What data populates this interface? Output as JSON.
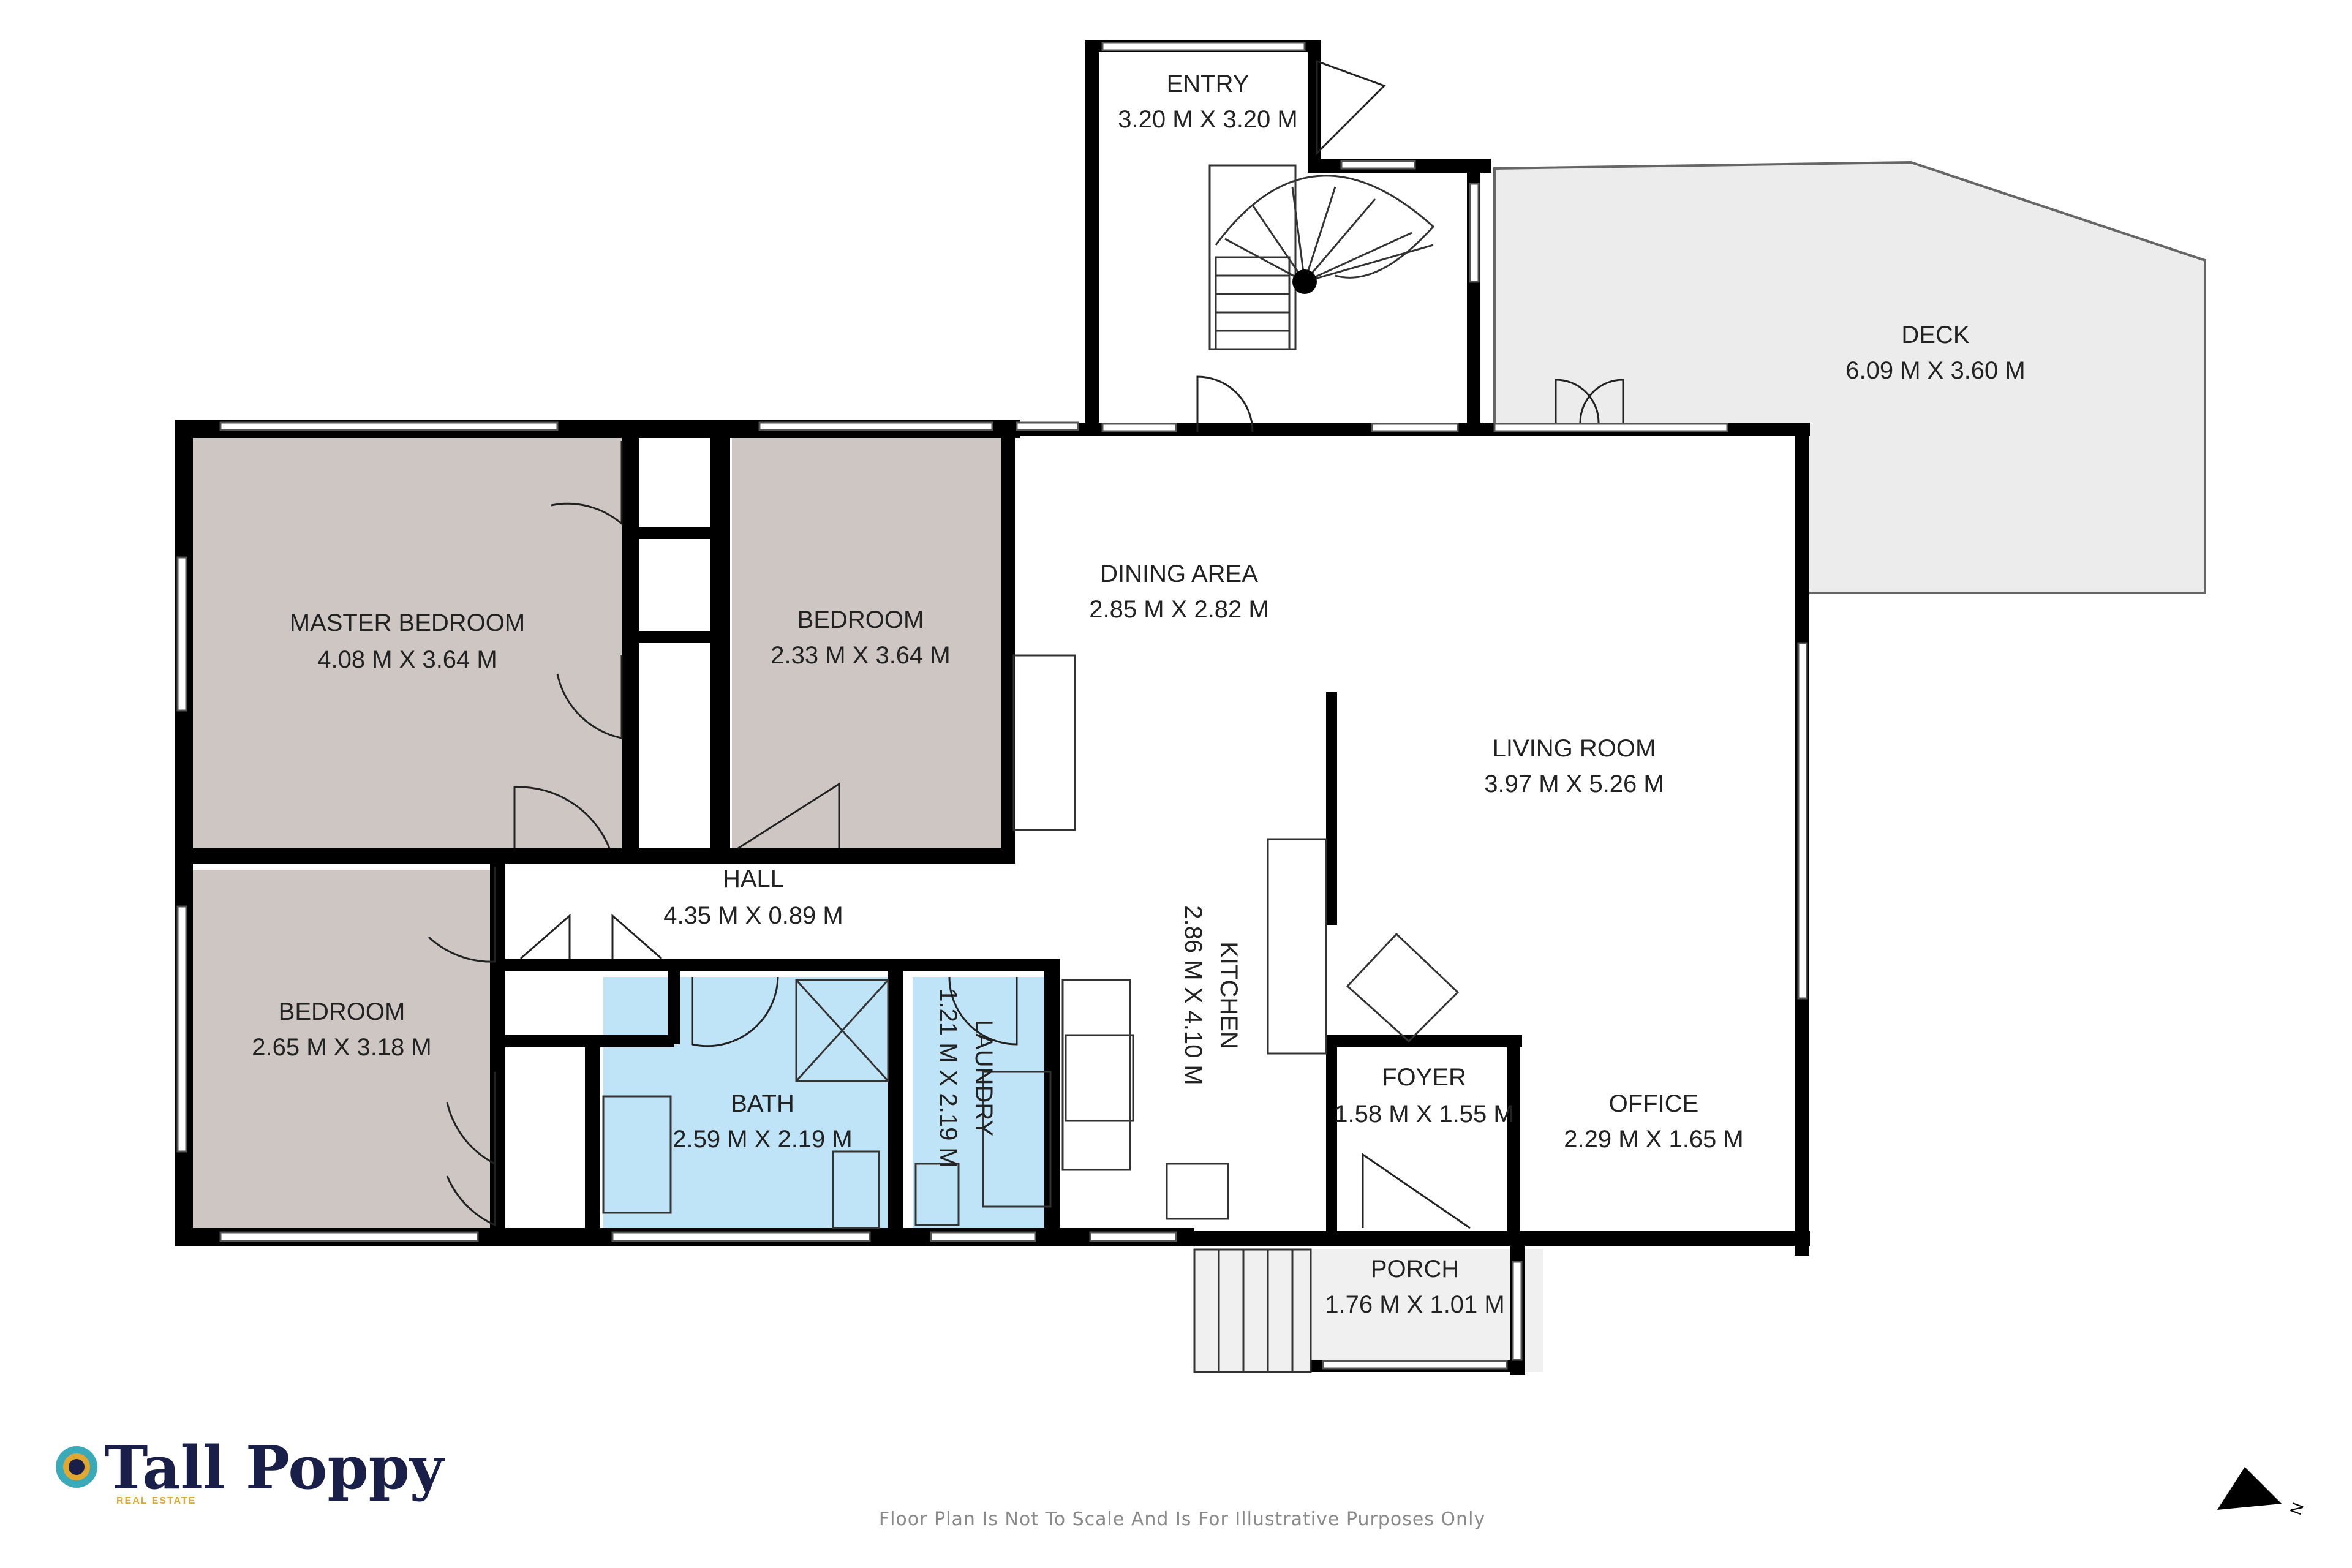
{
  "rooms": {
    "entry": {
      "name": "ENTRY",
      "dims": "3.20 M X 3.20 M"
    },
    "deck": {
      "name": "DECK",
      "dims": "6.09 M X 3.60 M"
    },
    "master": {
      "name": "MASTER BEDROOM",
      "dims": "4.08 M X 3.64 M"
    },
    "bedroom2": {
      "name": "BEDROOM",
      "dims": "2.33 M X 3.64 M"
    },
    "dining": {
      "name": "DINING AREA",
      "dims": "2.85 M X 2.82 M"
    },
    "living": {
      "name": "LIVING ROOM",
      "dims": "3.97 M X 5.26 M"
    },
    "hall": {
      "name": "HALL",
      "dims": "4.35 M X 0.89 M"
    },
    "bedroom3": {
      "name": "BEDROOM",
      "dims": "2.65 M X 3.18 M"
    },
    "bath": {
      "name": "BATH",
      "dims": "2.59 M X 2.19 M"
    },
    "laundry": {
      "name": "LAUNDRY",
      "dims": "1.21 M X 2.19 M"
    },
    "kitchen": {
      "name": "KITCHEN",
      "dims": "2.86 M X 4.10 M"
    },
    "foyer": {
      "name": "FOYER",
      "dims": "1.58 M X 1.55 M"
    },
    "office": {
      "name": "OFFICE",
      "dims": "2.29 M X 1.65 M"
    },
    "porch": {
      "name": "PORCH",
      "dims": "1.76 M X 1.01 M"
    }
  },
  "logo": {
    "name": "Tall Poppy",
    "tagline": "REAL ESTATE"
  },
  "disclaimer": "Floor Plan Is Not To Scale And Is For Illustrative Purposes Only",
  "compass": {
    "label": "N",
    "icon": "north-arrow-icon"
  },
  "colors": {
    "bedroom_fill": "#cdc6c2",
    "bath_fill": "#bfe3f7",
    "deck_fill": "#ececec",
    "porch_fill": "#f0f0f0",
    "wall": "#000000",
    "logo_navy": "#1a1f4a",
    "logo_gold": "#e0a830",
    "logo_teal": "#3aa9b8"
  }
}
